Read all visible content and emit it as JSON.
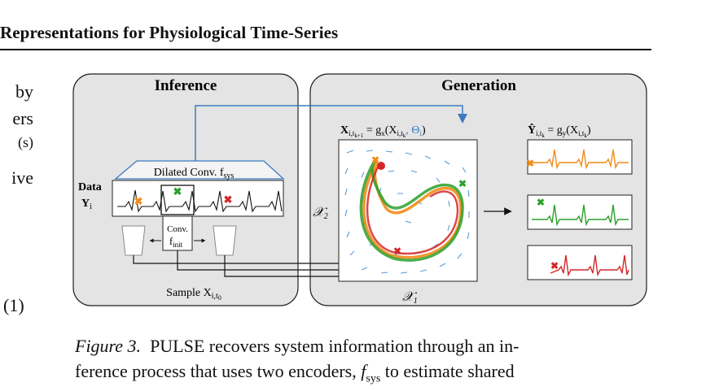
{
  "header": {
    "title": "Representations for Physiological Time-Series"
  },
  "left_fragments": [
    "by",
    "ers",
    "(s)",
    "ive"
  ],
  "equation_number": "(1)",
  "figure": {
    "inference_title": "Inference",
    "generation_title": "Generation",
    "dilated_conv_label": "Dilated Conv. f",
    "dilated_conv_sub": "sys",
    "data_label": "Data",
    "data_var": "Y",
    "data_sub": "i",
    "conv_label": "Conv.",
    "finit_label": "f",
    "finit_sub": "init",
    "sample_label": "Sample X",
    "sample_sub": "i,t",
    "sample_subsub": "0",
    "eq_gen_lhs": "X",
    "eq_gen_lhs_sub": "i,t",
    "eq_gen_lhs_subsub": "k+1",
    "eq_gen_mid": " = g",
    "eq_gen_mid_sub": "x",
    "eq_gen_args": "(X",
    "eq_gen_args_sub": "i,t",
    "eq_gen_args_subsub": "k",
    "eq_gen_theta": ", Θ",
    "eq_gen_theta_sub": "i",
    "eq_gen_close": ")",
    "eq_out_lhs": "Ŷ",
    "eq_out_lhs_sub": "i,t",
    "eq_out_lhs_subsub": "k",
    "eq_out_mid": " = g",
    "eq_out_mid_sub": "y",
    "eq_out_args": "(X",
    "eq_out_args_sub": "i,t",
    "eq_out_args_subsub": "k",
    "eq_out_close": ")",
    "axis_x": "𝒳",
    "axis_x_sub": "1",
    "axis_y": "𝒳",
    "axis_y_sub": "2",
    "colors": {
      "orange": "#f28c1a",
      "green": "#2ca02c",
      "red": "#d62728",
      "blue": "#3b7bbf"
    }
  },
  "caption": {
    "label": "Figure 3.",
    "line1": "PULSE recovers system information through an in-",
    "line2_pre": "ference process that uses two encoders, ",
    "line2_f": "f",
    "line2_sub": "sys",
    "line2_post": " to estimate shared"
  }
}
